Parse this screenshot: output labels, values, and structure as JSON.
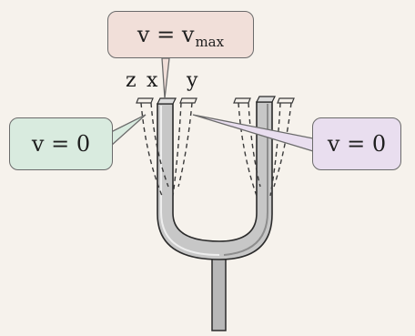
{
  "callouts": {
    "top": {
      "lhs": "v",
      "eq": "=",
      "rhs": "v",
      "subscript": "max"
    },
    "left": {
      "text": "v = 0"
    },
    "right": {
      "text": "v = 0"
    }
  },
  "tine_labels": {
    "z": "z",
    "x": "x",
    "y": "y"
  },
  "colors": {
    "background": "#f6f2ec",
    "top_callout": "#f1dfd9",
    "left_callout": "#d9ebdf",
    "right_callout": "#e9deef",
    "fork_metal": "#b8b8b8",
    "fork_outline": "#2b2b2b",
    "dashed_lines": "#3a3a3a"
  },
  "icons": {
    "fork": "tuning-fork-icon"
  }
}
